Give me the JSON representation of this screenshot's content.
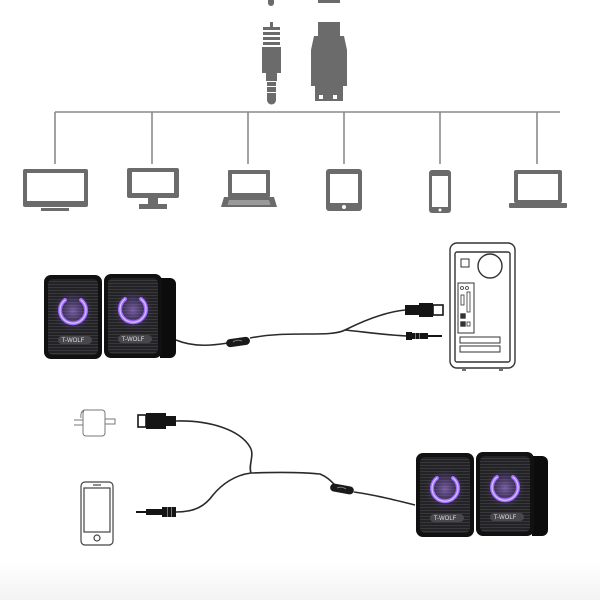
{
  "diagram": {
    "title": "USB speaker connection diagram",
    "colors": {
      "icon_gray": "#6b6b6b",
      "line_gray": "#8a8a8a",
      "speaker_body": "#1c1c1e",
      "speaker_grille": "#2a2a2d",
      "led_purple": "#9b5cff",
      "cable": "#2a2a2a",
      "outline": "#333333"
    },
    "top_section": {
      "plugs": [
        "3.5mm audio jack",
        "USB-A plug"
      ],
      "devices": [
        {
          "name": "TV"
        },
        {
          "name": "Desktop monitor"
        },
        {
          "name": "Laptop"
        },
        {
          "name": "Tablet"
        },
        {
          "name": "Smartphone"
        },
        {
          "name": "Notebook"
        }
      ]
    },
    "middle_section": {
      "speaker_brand": "T-WOLF",
      "target": "Desktop PC tower",
      "connectors": [
        "USB plug",
        "3.5mm audio plug"
      ]
    },
    "bottom_section": {
      "speaker_brand": "T-WOLF",
      "sources": [
        "USB power adapter",
        "Smartphone"
      ],
      "connectors": [
        "USB plug",
        "3.5mm audio plug"
      ]
    }
  }
}
